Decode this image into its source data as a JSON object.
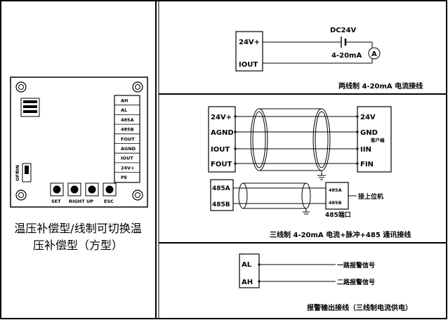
{
  "board": {
    "terminals": [
      "AH",
      "AL",
      "485A",
      "485B",
      "FOUT",
      "AGND",
      "IOUT",
      "24V+",
      "PE"
    ],
    "buttons": [
      "SET",
      "RIGHT",
      "UP",
      "ESC"
    ],
    "switch_labels": [
      "ON",
      "OFF"
    ],
    "caption_line1": "温压补偿型/线制可切换温",
    "caption_line2": "压补偿型（方型）"
  },
  "two_wire": {
    "terminal_24v": "24V+",
    "terminal_iout": "IOUT",
    "supply_label": "DC24V",
    "meter_label": "4-20mA",
    "meter_symbol": "A",
    "caption": "两线制 4-20mA 电流接线"
  },
  "three_wire": {
    "left_terminals": [
      "24V+",
      "AGND",
      "IOUT",
      "FOUT"
    ],
    "right_terminals": [
      "24V",
      "GND",
      "IIN",
      "FIN"
    ],
    "client_label": "客户端",
    "rs485_left": [
      "485A",
      "485B"
    ],
    "rs485_right": [
      "485A",
      "485B"
    ],
    "host_label": "接上位机",
    "port_label": "485端口",
    "caption": "三线制 4-20mA 电流+脉冲+485 通讯接线"
  },
  "alarm": {
    "terminals": [
      "AL",
      "AH"
    ],
    "signal1": "一路报警信号",
    "signal2": "二路报警信号",
    "caption": "报警输出接线（三线制电流供电）"
  }
}
